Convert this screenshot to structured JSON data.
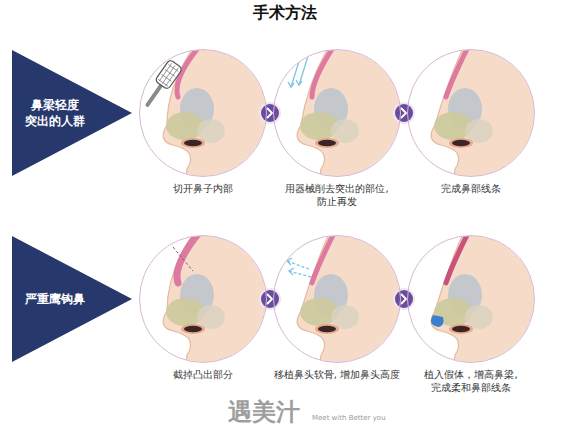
{
  "diagram": {
    "title": "手术方法",
    "nodes": [
      {
        "text": [
          "鼻梁轻度 突出的人群"
        ]
      },
      {
        "text": [
          "切开鼻子内部"
        ]
      },
      {
        "text": [
          "用器械削去突出的部位, 防止再发"
        ]
      },
      {
        "text": [
          "完成鼻部线条"
        ]
      },
      {
        "text": [
          "严重鹰钩鼻"
        ]
      },
      {
        "text": [
          "截掉凸出部分"
        ]
      },
      {
        "text": [
          "移植鼻头软骨, 增加鼻头高度"
        ]
      },
      {
        "text": [
          "植入假体，增高鼻梁, 完成柔和鼻部线条"
        ]
      }
    ],
    "edges": [
      {
        "from": 1,
        "to": 2,
        "arrow": "to"
      },
      {
        "from": 2,
        "to": 3,
        "arrow": "to"
      },
      {
        "from": 5,
        "to": 6,
        "arrow": "to"
      },
      {
        "from": 6,
        "to": 7,
        "arrow": "to"
      }
    ],
    "labels": [
      "遇美汁",
      "Meet with Better you"
    ]
  }
}
